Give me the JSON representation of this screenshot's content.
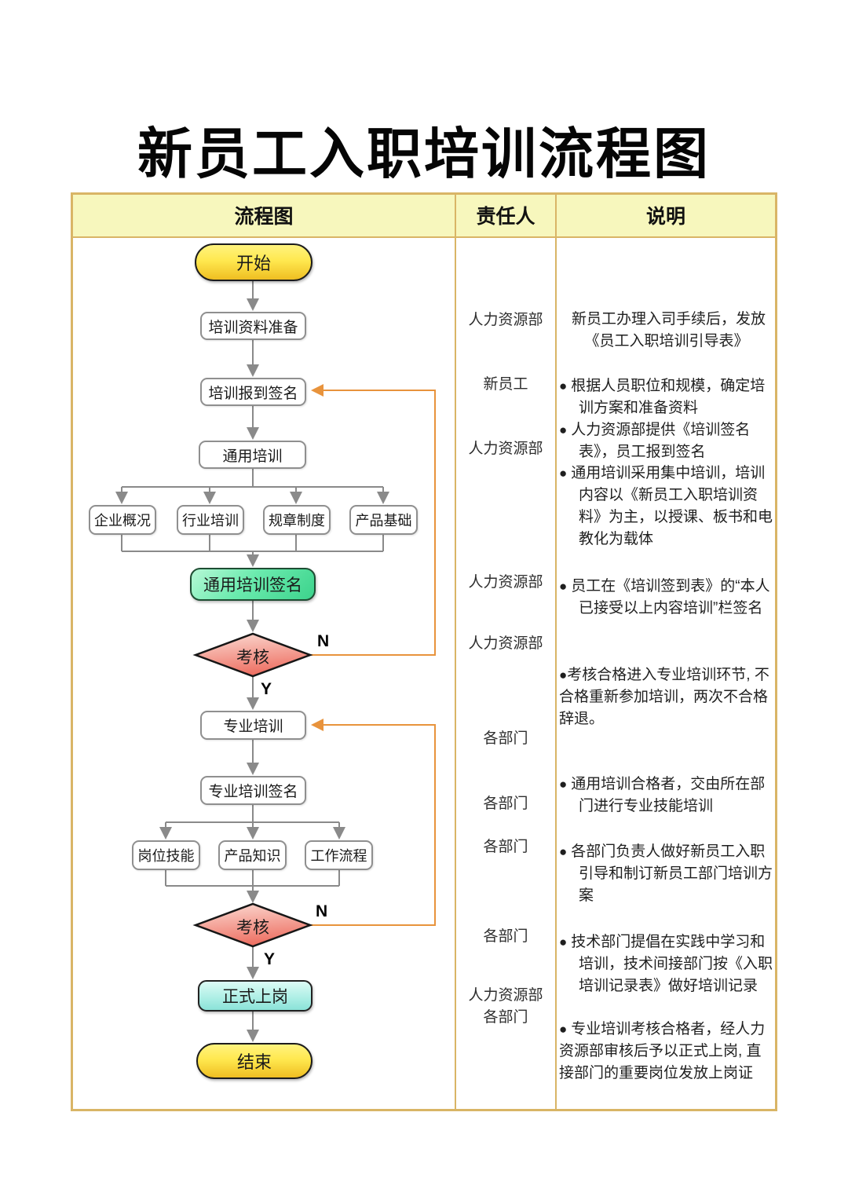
{
  "page": {
    "title": "新员工入职培训流程图"
  },
  "table": {
    "headers": {
      "flow": "流程图",
      "owner": "责任人",
      "desc": "说明"
    }
  },
  "flow": {
    "start": "开始",
    "prep": "培训资料准备",
    "checkin": "培训报到签名",
    "general": "通用培训",
    "company": "企业概况",
    "industry": "行业培训",
    "rules": "规章制度",
    "product_basic": "产品基础",
    "general_sign": "通用培训签名",
    "exam1": "考核",
    "special": "专业培训",
    "special_sign": "专业培训签名",
    "post_skill": "岗位技能",
    "product_knowledge": "产品知识",
    "work_flow": "工作流程",
    "exam2": "考核",
    "onboard": "正式上岗",
    "end": "结束",
    "n1": "N",
    "y1": "Y",
    "n2": "N",
    "y2": "Y"
  },
  "owners": [
    "人力资源部",
    "新员工",
    "人力资源部",
    "人力资源部",
    "人力资源部",
    "各部门",
    "各部门",
    "各部门",
    "各部门",
    "人力资源部\n各部门"
  ],
  "notes": [
    {
      "bullet": "",
      "text": "新员工办理入司手续后，发放《员工入职培训引导表》"
    },
    {
      "bullet": "●",
      "text": "根据人员职位和规模，确定培训方案和准备资料"
    },
    {
      "bullet": "●",
      "text": "人力资源部提供《培训签名表》，员工报到签名"
    },
    {
      "bullet": "●",
      "text": "通用培训采用集中培训，培训内容以《新员工入职培训资料》为主，以授课、板书和电教化为载体"
    },
    {
      "bullet": "●",
      "text": "员工在《培训签到表》的“本人已接受以上内容培训”栏签名"
    },
    {
      "bullet": "●",
      "text": "考核合格进入专业培训环节, 不合格重新参加培训，两次不合格辞退。"
    },
    {
      "bullet": "●",
      "text": "通用培训合格者，交由所在部门进行专业技能培训"
    },
    {
      "bullet": "●",
      "text": "各部门负责人做好新员工入职引导和制订新员工部门培训方案"
    },
    {
      "bullet": "●",
      "text": "技术部门提倡在实践中学习和培训，技术间接部门按《入职培训记录表》做好培训记录"
    },
    {
      "bullet": "●",
      "text": "专业培训考核合格者，经人力资源部审核后予以正式上岗, 直接部门的重要岗位发放上岗证"
    }
  ],
  "colors": {
    "header_bg": "#F7F7BD",
    "table_border": "#D9B566",
    "flow_line": "#8A8A8A",
    "feedback_line": "#E8933C",
    "start_end_fill": "#FFE84F",
    "general_sign_fill": "#3CD38C",
    "exam_fill": "#EE7A6B",
    "onboard_fill": "#AFEFE6"
  }
}
